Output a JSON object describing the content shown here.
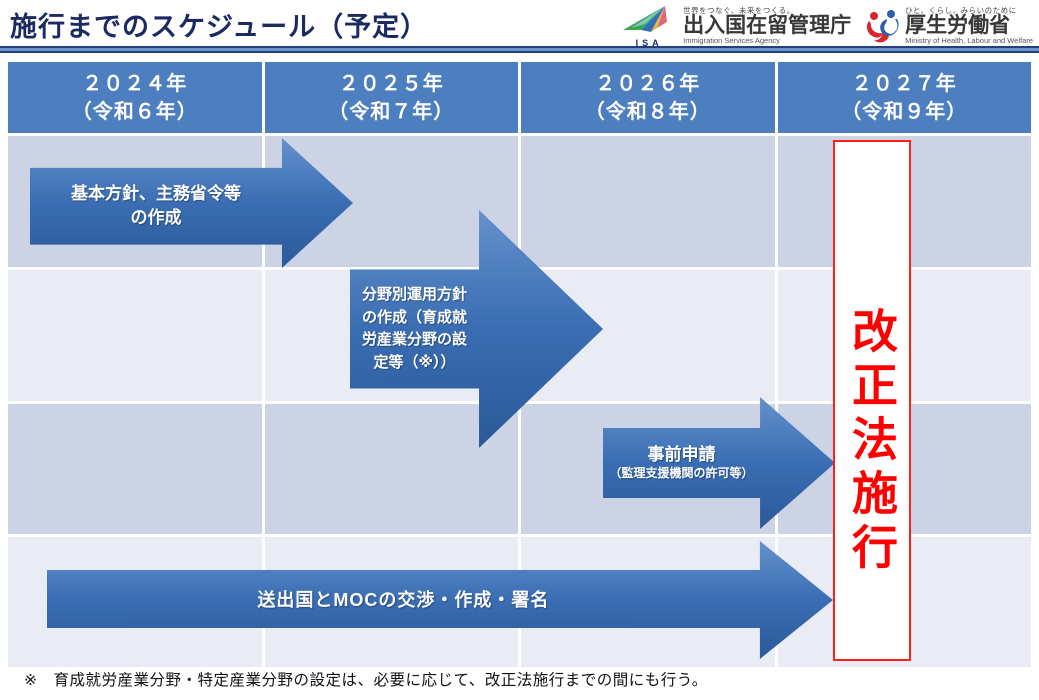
{
  "title": "施行までのスケジュール（予定）",
  "logos": {
    "isa": {
      "abbr": "ISA",
      "tagline": "世界をつなぐ、未来をつくる。",
      "name": "出入国在留管理庁",
      "name_en": "Immigration Services Agency"
    },
    "mhlw": {
      "tagline": "ひと、くらし、みらいのために",
      "name": "厚生労働省",
      "name_en": "Ministry of Health, Labour and Welfare"
    }
  },
  "timeline": {
    "columns": [
      {
        "year": "２０２４年",
        "era": "（令和６年）"
      },
      {
        "year": "２０２５年",
        "era": "（令和７年）"
      },
      {
        "year": "２０２６年",
        "era": "（令和８年）"
      },
      {
        "year": "２０２７年",
        "era": "（令和９年）"
      }
    ],
    "arrows": {
      "basic_policy": {
        "lines": [
          "基本方針、主務省令等",
          "の作成"
        ],
        "span": "2024"
      },
      "field_policy": {
        "lines": [
          "分野別運用方針",
          "の作成（育成就",
          "労産業分野の設",
          "定等（※））"
        ],
        "span": "2025"
      },
      "advance_application": {
        "title": "事前申請",
        "subtitle": "（監理支援機関の許可等）",
        "span": "2026"
      },
      "moc": {
        "label": "送出国とMOCの交渉・作成・署名",
        "span": "2024-2026"
      }
    },
    "milestone": {
      "label": "改正法施行",
      "year": "2027"
    }
  },
  "footnote": "※　育成就労産業分野・特定産業分野の設定は、必要に応じて、改正法施行までの間にも行う。",
  "colors": {
    "header_blue": "#4d7ec0",
    "arrow_blue": "#3a6db3",
    "band_dark": "#ccd3e4",
    "band_light": "#e9ecf5",
    "milestone_red": "#ff0000",
    "title_navy": "#1c2a64"
  }
}
